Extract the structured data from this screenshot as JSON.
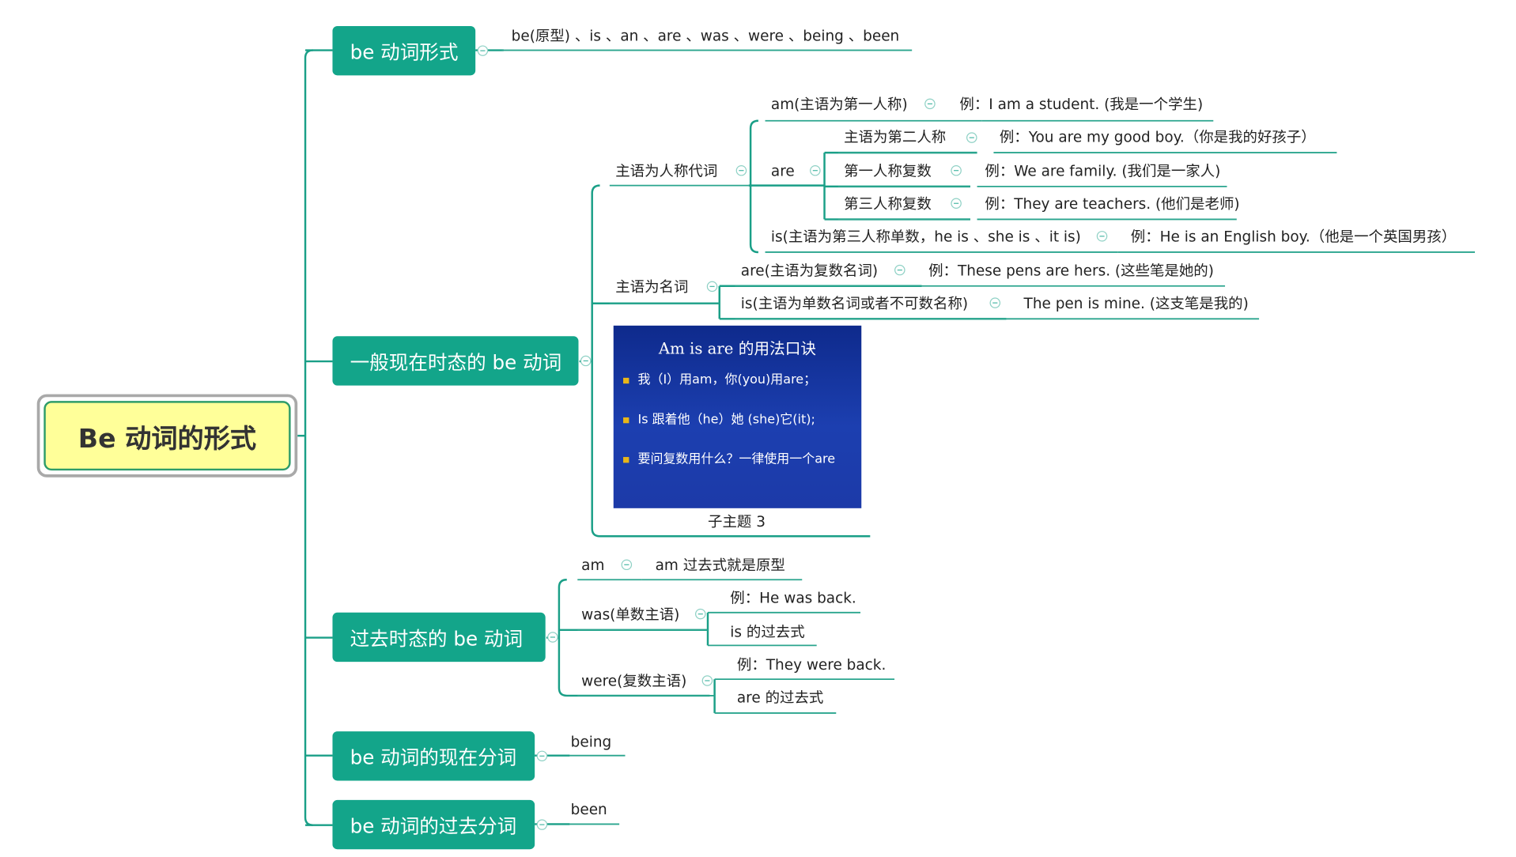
{
  "root": {
    "title": "Be 动词的形式"
  },
  "branches": {
    "forms": {
      "label": "be 动词形式",
      "detail": "be(原型) 、is  、an 、are 、was 、were 、being 、been"
    },
    "present": {
      "label": "一般现在时态的 be 动词",
      "pronoun": {
        "label": "主语为人称代词",
        "am": {
          "label": "am(主语为第一人称)",
          "example": "例：I am a student. (我是一个学生)"
        },
        "are": {
          "label": "are",
          "second": {
            "label": "主语为第二人称",
            "example": "例：You are my good boy.（你是我的好孩子）"
          },
          "first_plural": {
            "label": "第一人称复数",
            "example": "例：We are family. (我们是一家人)"
          },
          "third_plural": {
            "label": "第三人称复数",
            "example": "例：They are teachers. (他们是老师)"
          }
        },
        "is": {
          "label": "is(主语为第三人称单数，he is 、she is 、it is)",
          "example": "例：He is an English boy.（他是一个英国男孩）"
        }
      },
      "noun": {
        "label": "主语为名词",
        "are": {
          "label": "are(主语为复数名词)",
          "example": "例：These pens are hers. (这些笔是她的)"
        },
        "is": {
          "label": "is(主语为单数名词或者不可数名称)",
          "example": "The pen is mine. (这支笔是我的)"
        }
      },
      "image_topic": {
        "caption": "子主题 3",
        "slide_title": "Am is are 的用法口诀",
        "line1": "我（I）用am，你(you)用are；",
        "line2": "Is 跟着他（he）她 (she)它(it);",
        "line3": "要问复数用什么？一律使用一个are"
      }
    },
    "past": {
      "label": "过去时态的 be 动词",
      "am": {
        "label": "am",
        "detail": "am 过去式就是原型"
      },
      "was": {
        "label": "was(单数主语)",
        "example": "例：He was back.",
        "note": "is 的过去式"
      },
      "were": {
        "label": "were(复数主语)",
        "example": "例：They were back.",
        "note": "are 的过去式"
      }
    },
    "present_participle": {
      "label": "be 动词的现在分词",
      "value": "being"
    },
    "past_participle": {
      "label": "be 动词的过去分词",
      "value": "been"
    }
  },
  "colors": {
    "branch_fill": "#13a58a",
    "line": "#1a9f87",
    "root_fill": "#ffff99",
    "slide_bg": "#1a37a4",
    "bullet": "#e8b619"
  }
}
